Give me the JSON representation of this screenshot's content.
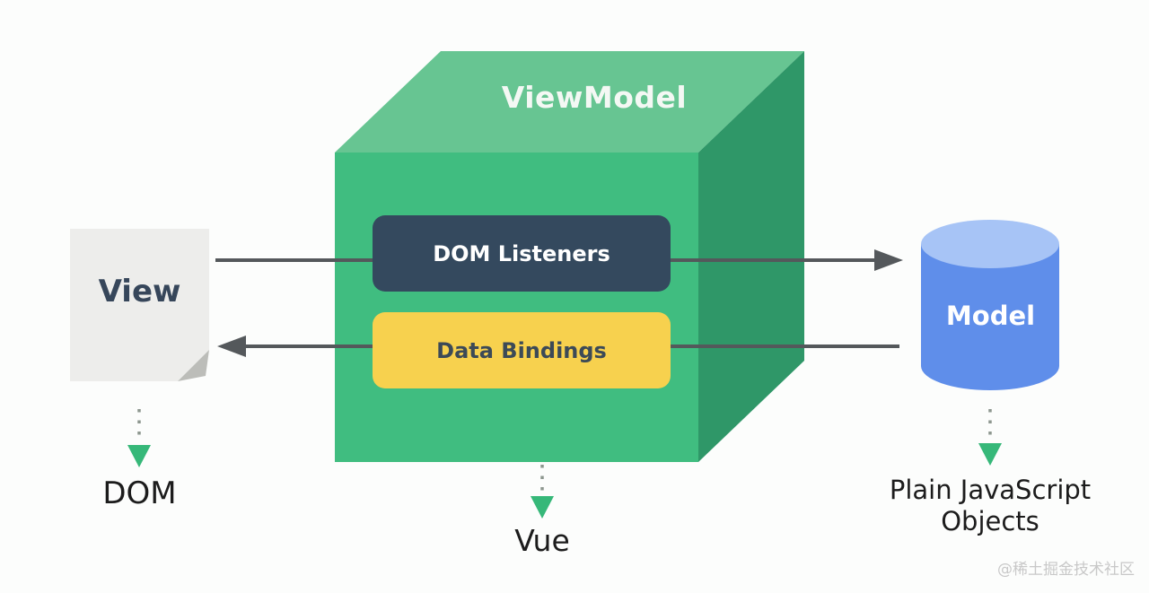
{
  "diagram": {
    "cube": {
      "label": "ViewModel",
      "caption": "Vue",
      "boxes": [
        {
          "label": "DOM Listeners"
        },
        {
          "label": "Data Bindings"
        }
      ]
    },
    "view": {
      "label": "View",
      "caption": "DOM"
    },
    "model": {
      "label": "Model",
      "caption": "Plain JavaScript Objects"
    },
    "arrows": [
      {
        "name": "view-to-model-via-dom-listeners",
        "direction": "right"
      },
      {
        "name": "model-to-view-via-data-bindings",
        "direction": "left"
      }
    ],
    "dotted_arrows": [
      {
        "name": "view-to-dom",
        "direction": "down"
      },
      {
        "name": "viewmodel-to-vue",
        "direction": "down"
      },
      {
        "name": "model-to-plain-js-objects",
        "direction": "down"
      }
    ]
  },
  "watermark": "@稀土掘金技术社区",
  "colors": {
    "background": "#fcfdfc",
    "cube_top": "#67c592",
    "cube_front": "#40bd80",
    "cube_right": "#2f9768",
    "dom_listeners_bg": "#34495e",
    "data_bindings_bg": "#f7d14e",
    "view_page_bg": "#ededeb",
    "view_page_fold": "#bcbdb9",
    "model_body": "#5f8eea",
    "model_top": "#a7c4f6",
    "arrow": "#54585b",
    "dotted_dot": "#8d978f",
    "dotted_head": "#36b879"
  }
}
